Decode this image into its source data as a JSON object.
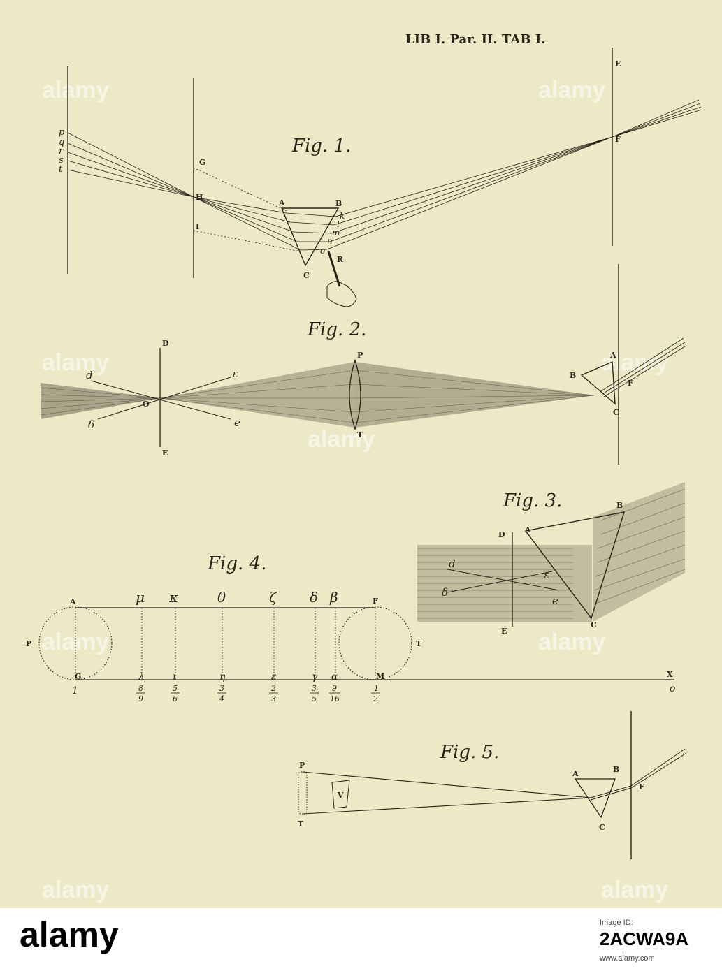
{
  "plate_heading": "LIB I. Par. II. TAB I.",
  "figures": {
    "fig1": {
      "title": "Fig. 1.",
      "labels": {
        "E": "E",
        "F": "F",
        "G": "G",
        "H": "H",
        "I": "I",
        "A": "A",
        "B": "B",
        "C": "C",
        "R": "R",
        "p": "p",
        "q": "q",
        "r": "r",
        "s": "s",
        "t": "t",
        "k": "k",
        "l": "l",
        "m": "m",
        "n": "n",
        "o": "o"
      }
    },
    "fig2": {
      "title": "Fig. 2.",
      "labels": {
        "D": "D",
        "E": "E",
        "O": "O",
        "d": "d",
        "delta": "δ",
        "epsilon": "ε",
        "e": "e",
        "P": "P",
        "T": "T",
        "A": "A",
        "B": "B",
        "C": "C",
        "F": "F"
      }
    },
    "fig3": {
      "title": "Fig. 3.",
      "labels": {
        "D": "D",
        "E": "E",
        "A": "A",
        "B": "B",
        "C": "C",
        "d": "d",
        "delta": "δ",
        "epsilon": "ε",
        "e": "e"
      }
    },
    "fig4": {
      "title": "Fig. 4.",
      "labels": {
        "A": "A",
        "F": "F",
        "G": "G",
        "M": "M",
        "P": "P",
        "T": "T",
        "X": "X",
        "o": "o",
        "one": "1",
        "half_num": "1",
        "half_den": "2"
      },
      "greek_top": [
        "μ",
        "κ",
        "θ",
        "ζ",
        "δ",
        "β"
      ],
      "greek_bottom": [
        "λ",
        "ι",
        "η",
        "ε",
        "γ",
        "α"
      ],
      "fractions": [
        [
          "8",
          "9"
        ],
        [
          "5",
          "6"
        ],
        [
          "3",
          "4"
        ],
        [
          "2",
          "3"
        ],
        [
          "3",
          "5"
        ],
        [
          "9",
          "16"
        ]
      ]
    },
    "fig5": {
      "title": "Fig. 5.",
      "labels": {
        "P": "P",
        "T": "T",
        "V": "V",
        "A": "A",
        "B": "B",
        "C": "C",
        "F": "F"
      }
    }
  },
  "watermark": "alamy",
  "footer": {
    "logo": "alamy",
    "image_id_label": "Image ID:",
    "image_id": "2ACWA9A",
    "url": "www.alamy.com"
  }
}
